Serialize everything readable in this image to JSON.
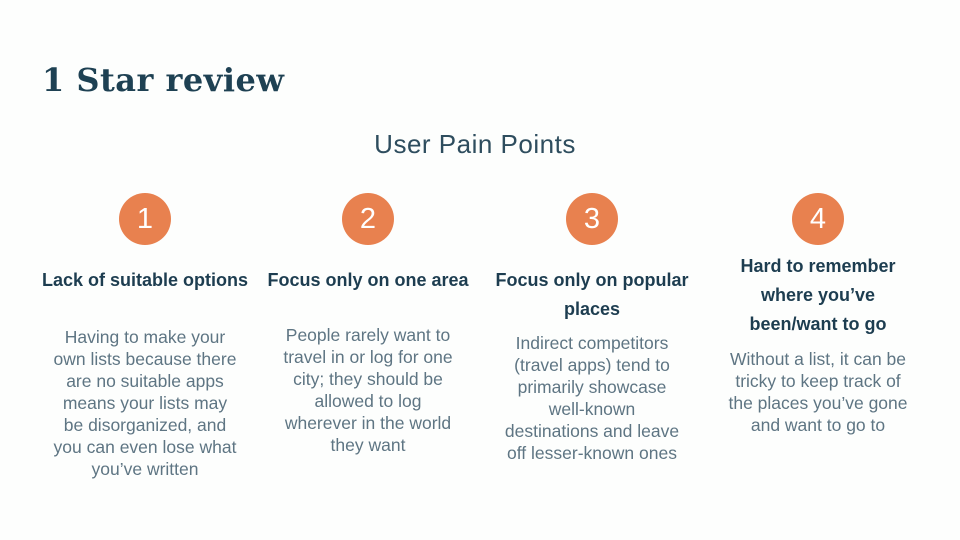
{
  "slide": {
    "title": "1 Star review",
    "subtitle": "User Pain Points",
    "colors": {
      "background": "#FDFEFD",
      "accent_orange": "#E8814F",
      "number_white": "#FFFFFF",
      "title_teal": "#1E4153",
      "subtitle_teal": "#2E4D5E",
      "heading_navy": "#1D3D50",
      "body_slate": "#5E7583"
    },
    "pain_points": [
      {
        "number": "1",
        "heading": "Lack of suitable options",
        "body": "Having to make your\nown lists because there\nare no suitable apps\nmeans your lists may\nbe disorganized, and\nyou can even lose what\nyou’ve written"
      },
      {
        "number": "2",
        "heading": "Focus only on one area",
        "body": "People rarely want to\ntravel in or log for one\ncity; they should be\nallowed to log\nwherever in the world\nthey want"
      },
      {
        "number": "3",
        "heading": "Focus only on popular\nplaces",
        "body": "Indirect competitors\n(travel apps) tend to\nprimarily showcase\nwell-known\ndestinations and leave\noff lesser-known ones"
      },
      {
        "number": "4",
        "heading": "Hard to remember\nwhere you’ve\nbeen/want to go",
        "body": "Without a list, it can be\ntricky to keep track of\nthe places you’ve gone\nand want to go to"
      }
    ]
  }
}
